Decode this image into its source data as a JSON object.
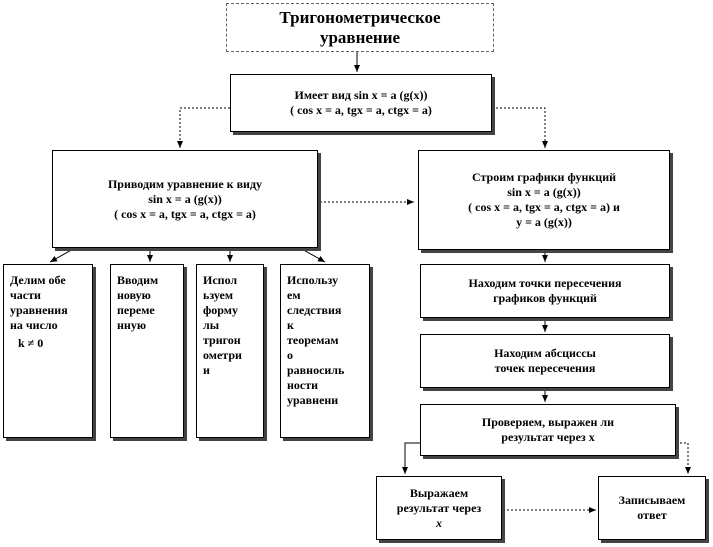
{
  "nodes": {
    "title": [
      "Тригонометрическое",
      "уравнение"
    ],
    "has_form": [
      "Имеет вид  sin x = a  (g(x))",
      "( cos x = a, tgx = a, ctgx = a)"
    ],
    "reduce": [
      "Приводим уравнение к виду",
      "sin x = a  (g(x))",
      "( cos x = a, tgx = a, ctgx = a)"
    ],
    "graphs": [
      "Строим графики функций",
      "sin x = a  (g(x))",
      "( cos x = a, tgx = a, ctgx = a)  и",
      "y = a  (g(x))"
    ],
    "divide": [
      "Делим обе",
      "части",
      "уравнения",
      "на число",
      "k ≠ 0"
    ],
    "new_var": [
      "Вводим",
      "новую",
      "переме",
      "нную"
    ],
    "formulas": [
      "Испол",
      "ьзуем",
      "форму",
      "лы",
      "тригон",
      "ометри",
      "и"
    ],
    "theorems": [
      "Использу",
      "ем",
      "следствия",
      "к",
      "теоремам",
      "о",
      "равносиль",
      "ности",
      "уравнени"
    ],
    "intersections": [
      "Находим  точки пересечения",
      "графиков функций"
    ],
    "abscissas": [
      "Находим  абсциссы",
      "точек пересечения"
    ],
    "check": [
      "Проверяем, выражен ли",
      "результат  через  x"
    ],
    "express": [
      "Выражаем",
      "результат  через",
      "x"
    ],
    "answer": [
      "Записываем",
      "ответ"
    ]
  }
}
